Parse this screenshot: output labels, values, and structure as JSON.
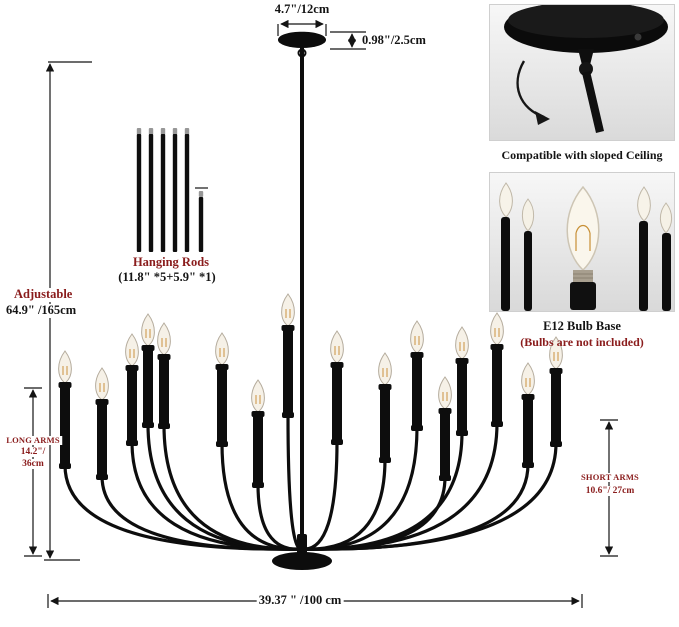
{
  "colors": {
    "accent_red": "#8a1c1c",
    "line_black": "#141414"
  },
  "dimensions": {
    "canopy_width": "4.7\"/12cm",
    "canopy_height": "0.98\"/2.5cm",
    "hanging_rods": {
      "title": "Hanging Rods",
      "detail": "(11.8\" *5+5.9\" *1)"
    },
    "adjustable": {
      "label": "Adjustable",
      "value": "64.9\" /165cm"
    },
    "long_arms": {
      "label": "LONG ARMS",
      "line1": "14.2\"/",
      "line2": "36cm"
    },
    "short_arms": {
      "label": "SHORT ARMS",
      "value": "10.6\"/ 27cm"
    },
    "overall_width": "39.37 \" /100 cm"
  },
  "panels": {
    "sloped_ceiling": {
      "caption": "Compatible with sloped Ceiling"
    },
    "bulb": {
      "title": "E12 Bulb Base",
      "note": "(Bulbs are not included)"
    }
  }
}
